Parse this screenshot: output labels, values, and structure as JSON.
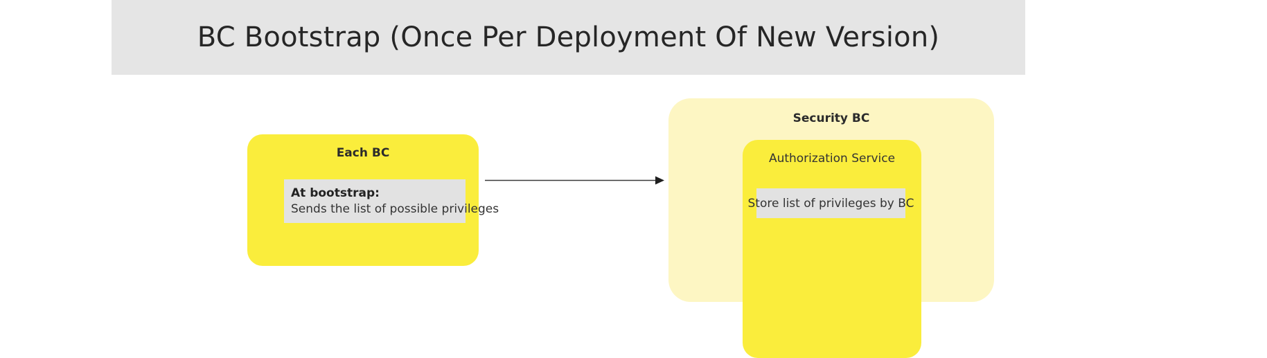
{
  "header": {
    "title": "BC Bootstrap (Once Per Deployment Of New Version)",
    "background_color": "#e5e5e5"
  },
  "diagram": {
    "type": "flow-diagram",
    "colors": {
      "bright_yellow": "#faed3c",
      "pale_yellow": "#fdf6c3",
      "note_gray": "#e2e2e2",
      "header_gray": "#e5e5e5",
      "arrow": "#3a3a3a",
      "text": "#333333"
    },
    "nodes": [
      {
        "id": "each-bc",
        "title": "Each BC",
        "fill": "#faed3c",
        "note": {
          "heading": "At bootstrap:",
          "body": "Sends the list of possible privileges"
        }
      },
      {
        "id": "security-bc",
        "title": "Security BC",
        "fill": "#fdf6c3",
        "child": {
          "id": "authorization-service",
          "title": "Authorization Service",
          "fill": "#faed3c",
          "note": {
            "body": "Store list of privileges by BC"
          }
        }
      }
    ],
    "edges": [
      {
        "id": "each-bc-to-security-bc",
        "from": "each-bc",
        "to": "security-bc",
        "label": "",
        "arrowhead": "solid-triangle",
        "direction": "right"
      }
    ]
  }
}
